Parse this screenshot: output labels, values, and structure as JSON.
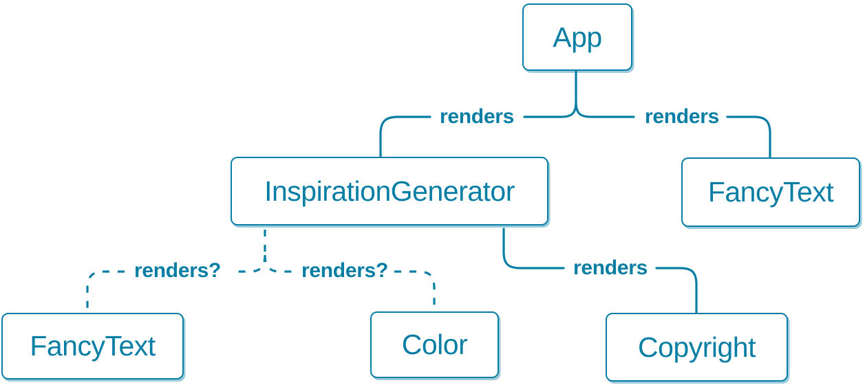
{
  "colors": {
    "accent": "#087EA4",
    "node_fill": "#FFFFFF",
    "node_shadow": "rgba(8,126,164,0.4)",
    "background": "#FFFFFF"
  },
  "nodes": [
    {
      "id": "app",
      "label": "App"
    },
    {
      "id": "inspiration-generator",
      "label": "InspirationGenerator"
    },
    {
      "id": "fancy-text-top",
      "label": "FancyText"
    },
    {
      "id": "fancy-text-bottom",
      "label": "FancyText"
    },
    {
      "id": "color",
      "label": "Color"
    },
    {
      "id": "copyright",
      "label": "Copyright"
    }
  ],
  "edges": [
    {
      "from": "App",
      "to": "InspirationGenerator",
      "label": "renders",
      "style": "solid"
    },
    {
      "from": "App",
      "to": "FancyText",
      "label": "renders",
      "style": "solid"
    },
    {
      "from": "InspirationGenerator",
      "to": "FancyText",
      "label": "renders?",
      "style": "dashed"
    },
    {
      "from": "InspirationGenerator",
      "to": "Color",
      "label": "renders?",
      "style": "dashed"
    },
    {
      "from": "InspirationGenerator",
      "to": "Copyright",
      "label": "renders",
      "style": "solid"
    }
  ]
}
